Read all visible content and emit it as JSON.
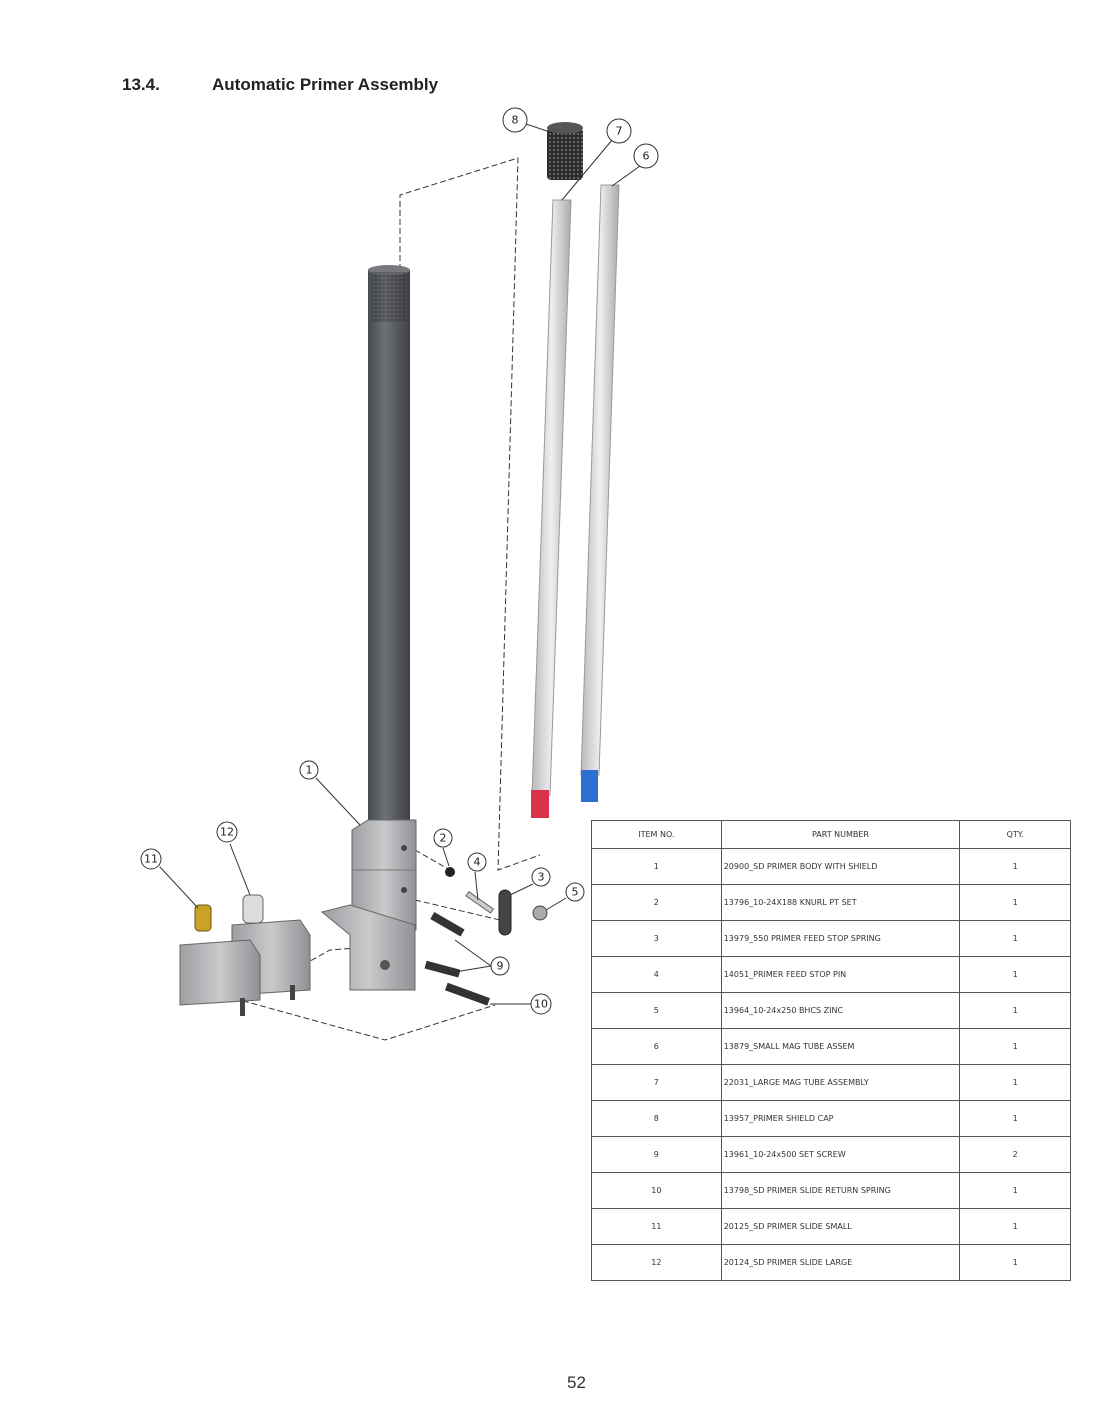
{
  "section": {
    "number": "13.4.",
    "title": "Automatic Primer Assembly"
  },
  "diagram": {
    "callouts": [
      "1",
      "2",
      "3",
      "4",
      "5",
      "6",
      "7",
      "8",
      "9",
      "10",
      "11",
      "12"
    ],
    "colors": {
      "main_tube": "#5b5e64",
      "mag_tube": "#d9dadc",
      "red_tip": "#d8334a",
      "blue_tip": "#2d6fd1",
      "brass": "#c9a227"
    }
  },
  "bom": {
    "headers": [
      "ITEM NO.",
      "PART NUMBER",
      "QTY."
    ],
    "rows": [
      {
        "item": "1",
        "part": "20900_SD PRIMER BODY WITH SHIELD",
        "qty": "1"
      },
      {
        "item": "2",
        "part": "13796_10-24X188 KNURL PT SET",
        "qty": "1"
      },
      {
        "item": "3",
        "part": "13979_550 PRIMER FEED STOP SPRING",
        "qty": "1"
      },
      {
        "item": "4",
        "part": "14051_PRIMER FEED STOP PIN",
        "qty": "1"
      },
      {
        "item": "5",
        "part": "13964_10-24x250 BHCS ZINC",
        "qty": "1"
      },
      {
        "item": "6",
        "part": "13879_SMALL MAG TUBE ASSEM",
        "qty": "1"
      },
      {
        "item": "7",
        "part": "22031_LARGE MAG TUBE ASSEMBLY",
        "qty": "1"
      },
      {
        "item": "8",
        "part": "13957_PRIMER SHIELD CAP",
        "qty": "1"
      },
      {
        "item": "9",
        "part": "13961_10-24x500 SET SCREW",
        "qty": "2"
      },
      {
        "item": "10",
        "part": "13798_SD PRIMER SLIDE RETURN SPRING",
        "qty": "1"
      },
      {
        "item": "11",
        "part": "20125_SD PRIMER SLIDE SMALL",
        "qty": "1"
      },
      {
        "item": "12",
        "part": "20124_SD PRIMER SLIDE LARGE",
        "qty": "1"
      }
    ]
  },
  "page_number": "52"
}
